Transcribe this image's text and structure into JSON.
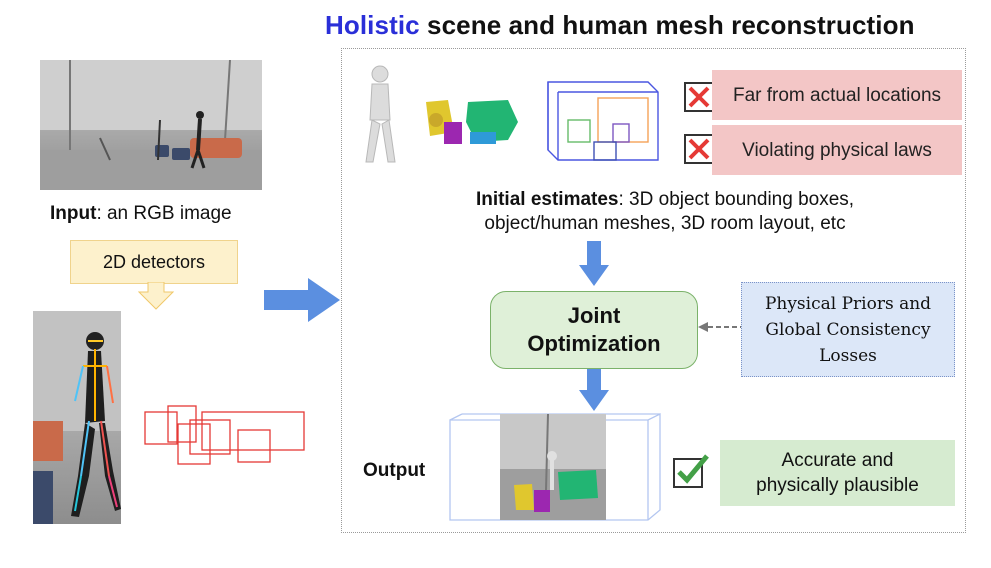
{
  "title": {
    "accent": "Holistic",
    "rest": " scene and human mesh reconstruction"
  },
  "input": {
    "bold": "Input",
    "rest": ": an RGB image"
  },
  "detectors": "2D detectors",
  "flags": [
    {
      "text": "Far from actual locations"
    },
    {
      "text": "Violating physical laws"
    }
  ],
  "initial": {
    "bold": "Initial estimates",
    "line1_rest": ": 3D object bounding boxes,",
    "line2": "object/human meshes, 3D room layout, etc"
  },
  "joint": {
    "line1": "Joint",
    "line2": "Optimization"
  },
  "priors": {
    "line1": "Physical Priors and",
    "line2": "Global Consistency",
    "line3": "Losses"
  },
  "output_label": "Output",
  "result": {
    "line1": "Accurate and",
    "line2": "physically plausible"
  },
  "colors": {
    "accent": "#2a2fd8",
    "arrow": "#5b8fe0",
    "bad": "#e53935",
    "good": "#43a047"
  }
}
